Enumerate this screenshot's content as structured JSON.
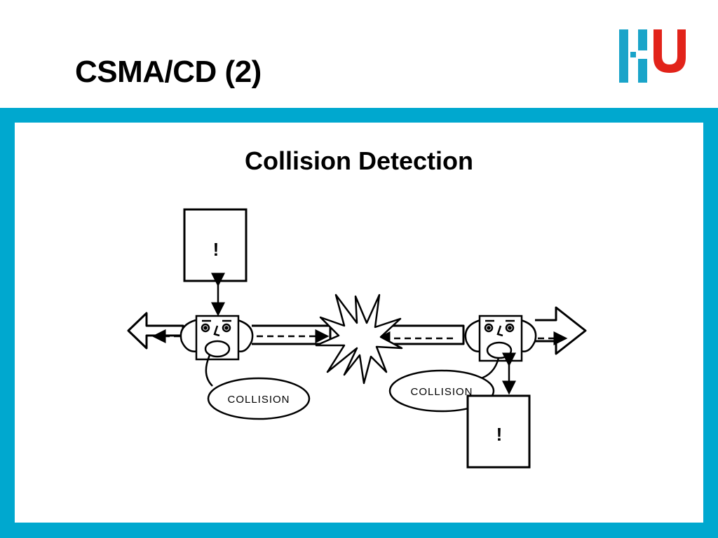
{
  "slide": {
    "title": "CSMA/CD (2)",
    "subtitle": "Collision Detection"
  },
  "logo": {
    "name": "HU university logo",
    "colors": {
      "blue": "#1aa4c9",
      "red": "#e2231a"
    }
  },
  "colors": {
    "frame": "#00a8cf",
    "ink": "#000000"
  },
  "diagram": {
    "left_station": {
      "screen_text": "!",
      "speech_text": "COLLISION"
    },
    "right_station": {
      "screen_text": "!",
      "speech_text": "COLLISION"
    }
  }
}
